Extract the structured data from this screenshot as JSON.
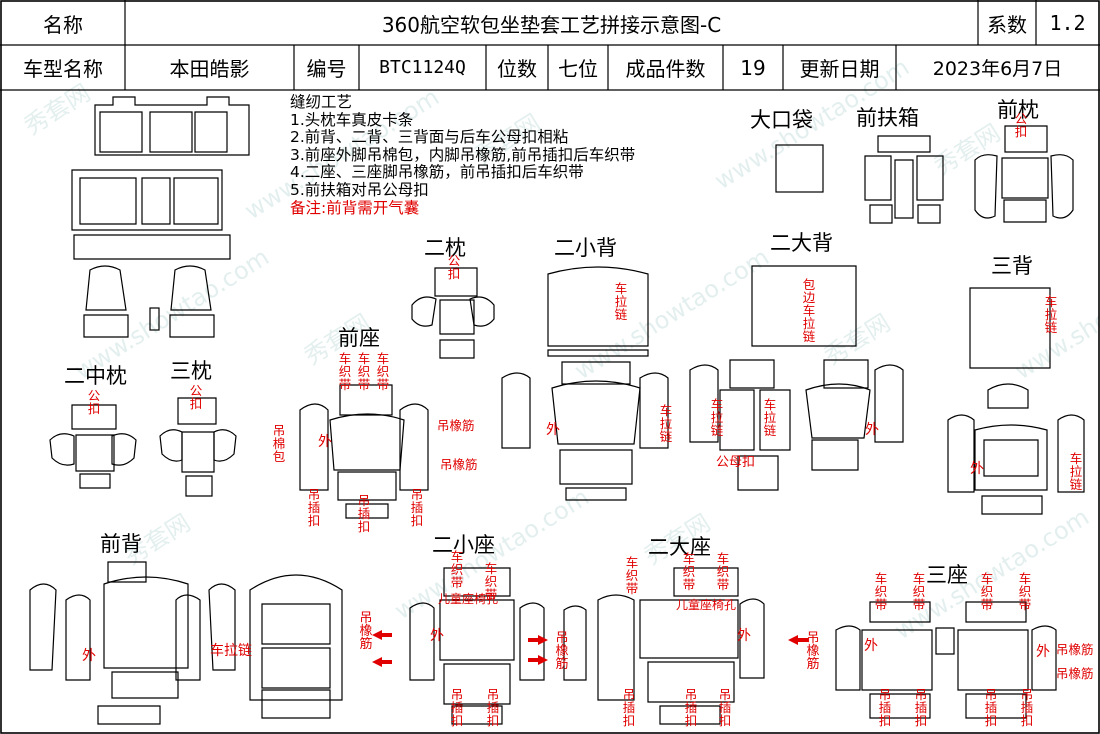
{
  "header": {
    "name_label": "名称",
    "title": "360航空软包坐垫套工艺拼接示意图-C",
    "coef_label": "系数",
    "coef_value": "1.2",
    "model_label": "车型名称",
    "model_value": "本田皓影",
    "code_label": "编号",
    "code_value": "BTC1124Q",
    "seats_label": "位数",
    "seats_value": "七位",
    "pieces_label": "成品件数",
    "pieces_value": "19",
    "date_label": "更新日期",
    "date_value": "2023年6月7日"
  },
  "notes": {
    "heading": "缝纫工艺",
    "lines": [
      "1.头枕车真皮卡条",
      "2.前背、二背、三背面与后车公母扣相粘",
      "3.前座外脚吊棉包，内脚吊橡筋,前吊插扣后车织带",
      "4.二座、三座脚吊橡筋，前吊插扣后车织带",
      "5.前扶箱对吊公母扣"
    ],
    "remark": "备注:前背需开气囊"
  },
  "sections": {
    "big_pocket": "大口袋",
    "front_armrest": "前扶箱",
    "front_pillow": "前枕",
    "second_pillow": "二枕",
    "second_small_back": "二小背",
    "second_big_back": "二大背",
    "third_back": "三背",
    "second_mid_pillow": "二中枕",
    "third_pillow": "三枕",
    "front_seat": "前座",
    "front_back": "前背",
    "second_small_seat": "二小座",
    "second_big_seat": "二大座",
    "third_seat": "三座"
  },
  "labels": {
    "gongkou": "公扣",
    "chelalian": "车拉链",
    "baobianchelalian": "包边车拉链",
    "chezhidai": "车织带",
    "diaomianbao": "吊棉包",
    "wai": "外",
    "diaoxiangjin": "吊橡筋",
    "diaochakou": "吊插扣",
    "gongmukou": "公母扣",
    "kong": "儿童座椅孔"
  },
  "watermark": {
    "cn": "秀套网",
    "en": "www.showtao.com"
  }
}
